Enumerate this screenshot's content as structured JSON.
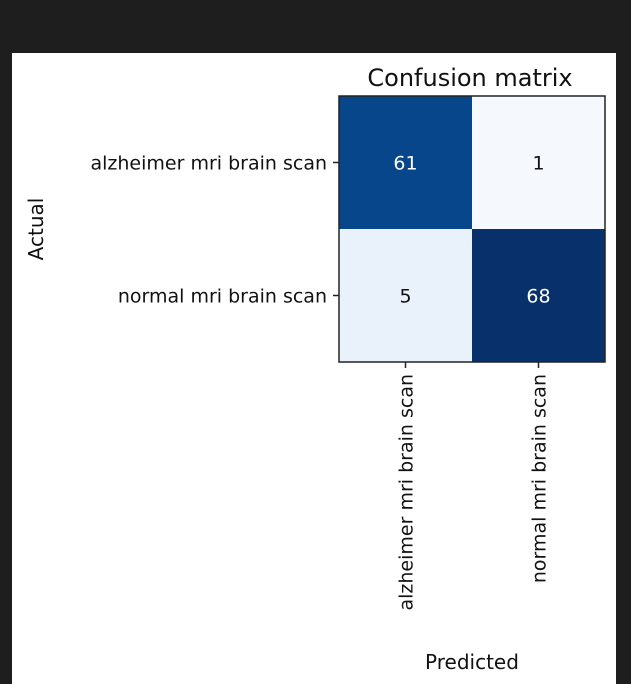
{
  "chart_data": {
    "type": "heatmap",
    "title": "Confusion matrix",
    "xlabel": "Predicted",
    "ylabel": "Actual",
    "x_categories": [
      "alzheimer mri brain scan",
      "normal mri brain scan"
    ],
    "y_categories": [
      "alzheimer mri brain scan",
      "normal mri brain scan"
    ],
    "values": [
      [
        61,
        1
      ],
      [
        5,
        68
      ]
    ],
    "colormap": "Blues",
    "colors": {
      "61": "#08468b",
      "1": "#f5f9fe",
      "5": "#e9f2fb",
      "68": "#08306b"
    },
    "light_text_color": "#ffffff",
    "dark_text_color": "#111111"
  }
}
